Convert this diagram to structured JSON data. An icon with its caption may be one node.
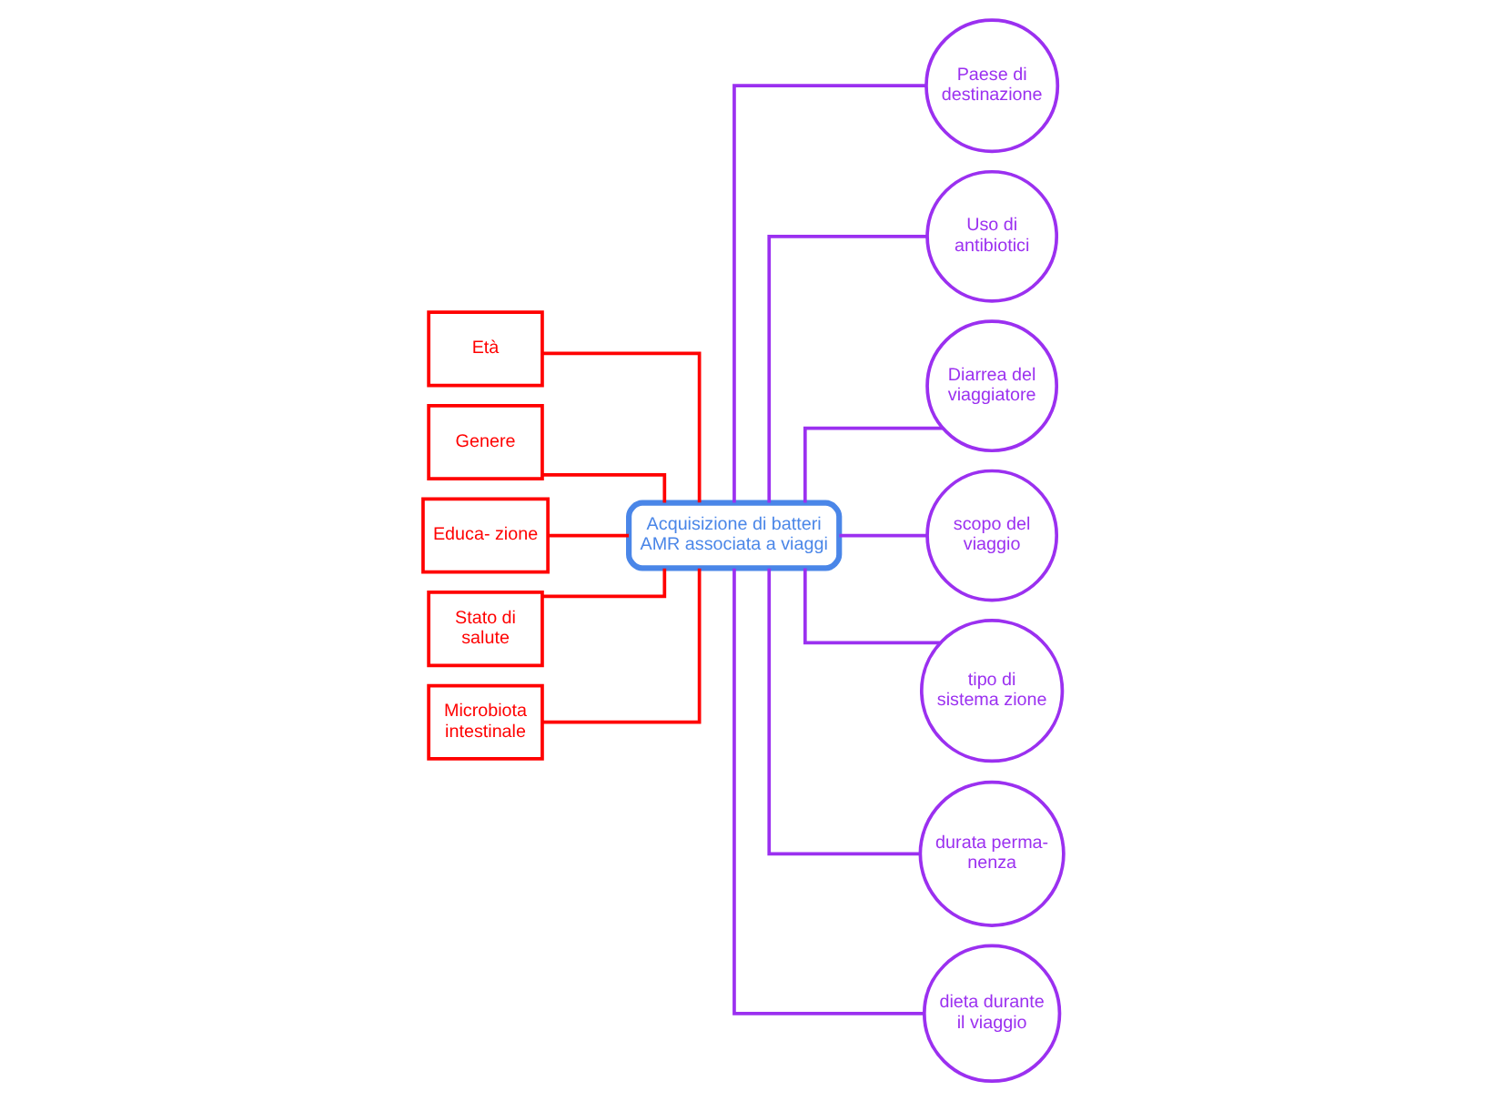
{
  "diagram": {
    "nodes": [
      {
        "text": [
          "Età"
        ]
      },
      {
        "text": [
          "Genere"
        ]
      },
      {
        "text": [
          "Educa- zione"
        ]
      },
      {
        "text": [
          "Stato di salute"
        ]
      },
      {
        "text": [
          "Microbiota intestinale"
        ]
      },
      {
        "text": [
          "Acquisizione di batteri AMR associata a viaggi"
        ]
      },
      {
        "text": [
          "Paese di destinazione"
        ]
      },
      {
        "text": [
          "Uso di antibiotici"
        ]
      },
      {
        "text": [
          "Diarrea del viaggiatore"
        ]
      },
      {
        "text": [
          "scopo del viaggio"
        ]
      },
      {
        "text": [
          "tipo di sistema zione"
        ]
      },
      {
        "text": [
          "durata perma- nenza"
        ]
      },
      {
        "text": [
          "dieta durante il viaggio"
        ]
      }
    ],
    "edges": [
      {
        "from": 0,
        "to": 5,
        "arrow": "none",
        "color": "#ff0000"
      },
      {
        "from": 1,
        "to": 5,
        "arrow": "none",
        "color": "#ff0000"
      },
      {
        "from": 2,
        "to": 5,
        "arrow": "none",
        "color": "#ff0000"
      },
      {
        "from": 3,
        "to": 5,
        "arrow": "none",
        "color": "#ff0000"
      },
      {
        "from": 4,
        "to": 5,
        "arrow": "none",
        "color": "#ff0000"
      },
      {
        "from": 6,
        "to": 5,
        "arrow": "none"
      },
      {
        "from": 7,
        "to": 5,
        "arrow": "none"
      },
      {
        "from": 8,
        "to": 5,
        "arrow": "none"
      },
      {
        "from": 9,
        "to": 5,
        "arrow": "none"
      },
      {
        "from": 10,
        "to": 5,
        "arrow": "none"
      },
      {
        "from": 11,
        "to": 5,
        "arrow": "none"
      },
      {
        "from": 12,
        "to": 5,
        "arrow": "none"
      }
    ]
  }
}
